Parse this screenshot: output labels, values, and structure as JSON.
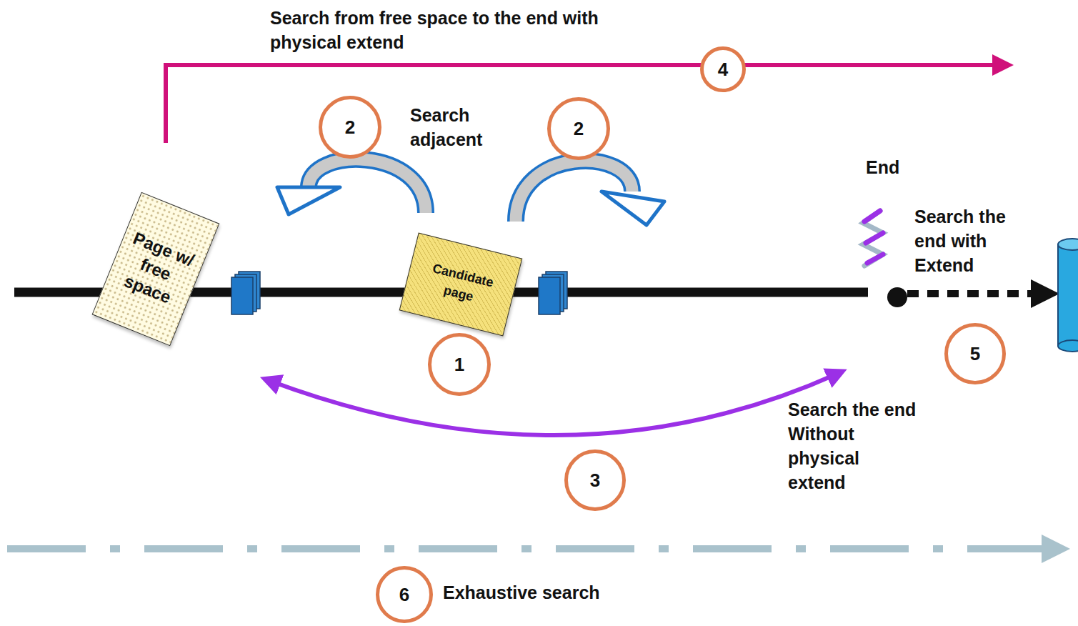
{
  "diagram": {
    "nodes": [
      {
        "text": [
          "Page w/ free space"
        ]
      },
      {
        "text": [
          "Candidate page"
        ]
      }
    ],
    "labels": [
      "Search from free space to the end with physical extend",
      "4",
      "2",
      "Search adjacent",
      "2",
      "End",
      "Search the end with Extend",
      "1",
      "5",
      "3",
      "Search the end Without physical extend",
      "6",
      "Exhaustive search"
    ]
  }
}
